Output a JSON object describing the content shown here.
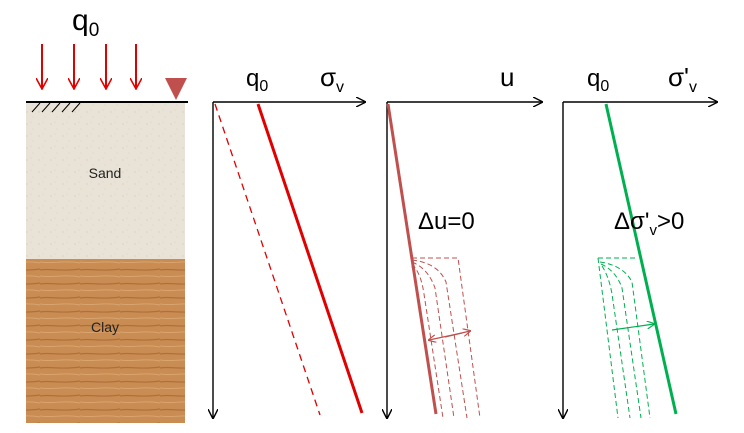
{
  "load": {
    "label": "q",
    "subscript": "0"
  },
  "soil": {
    "sand_label": "Sand",
    "clay_label": "Clay",
    "sand_color": "#e9e2d6",
    "clay_color": "#c98c52"
  },
  "water_table_icon": "inverted-triangle-icon",
  "water_table_color": "#c0504d",
  "load_arrow_color": "#e00000",
  "panel_total": {
    "q0_label": "q",
    "q0_sub": "0",
    "axis_label": "σ",
    "axis_sub": "v",
    "line_color": "#e00000"
  },
  "panel_pore": {
    "axis_label": "u",
    "annotation": "Δu=0",
    "line_color": "#c0504d"
  },
  "panel_effective": {
    "q0_label": "q",
    "q0_sub": "0",
    "axis_label": "σ'",
    "axis_sub": "v",
    "annotation_main": "Δσ'",
    "annotation_sub": "v",
    "annotation_tail": ">0",
    "line_color": "#00b050"
  }
}
